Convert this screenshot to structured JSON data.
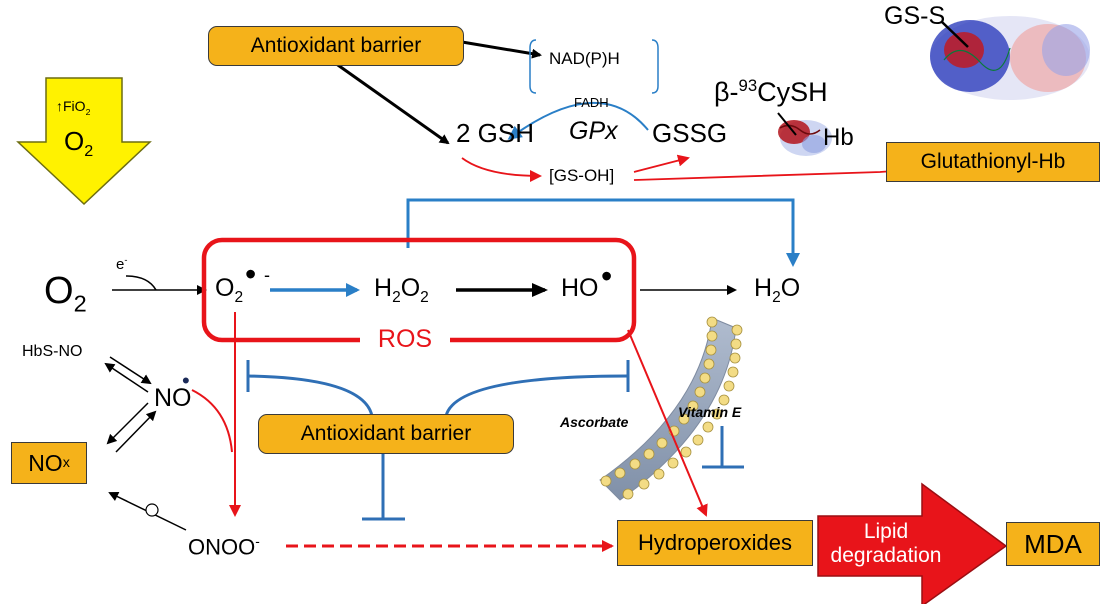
{
  "boxes": {
    "antioxidant_top": "Antioxidant barrier",
    "antioxidant_middle": "Antioxidant barrier",
    "glutathionyl_hb": "Glutathionyl-Hb",
    "nox_base": "NO",
    "nox_sub": "x",
    "hydroperoxides": "Hydroperoxides",
    "lipid_degradation_line1": "Lipid",
    "lipid_degradation_line2": "degradation",
    "mda": "MDA"
  },
  "top_pathway": {
    "nadph": "NAD(P)H",
    "fadh": "FADH",
    "gsh": "2 GSH",
    "gpx": "GPx",
    "gssg": "GSSG",
    "gs_oh": "[GS-OH]",
    "cysh_prefix": "β-",
    "cysh_sup": "93",
    "cysh_suffix": "CySH",
    "hb": "Hb",
    "gs_s": "GS-S"
  },
  "fio2": {
    "arrow_up": "↑",
    "fi": "FiO",
    "fi_sub": "2",
    "o2": "O",
    "o2_sub": "2"
  },
  "main_chain": {
    "o2": "O",
    "o2_sub": "2",
    "electron": "e",
    "electron_sup": "-",
    "superoxide": "O",
    "superoxide_sub": "2",
    "superoxide_dot": "•",
    "superoxide_charge": "-",
    "h2o2_h": "H",
    "h2o2_sub1": "2",
    "h2o2_o": "O",
    "h2o2_sub2": "2",
    "ho": "HO",
    "ho_dot": "•",
    "h2o_h": "H",
    "h2o_sub": "2",
    "h2o_o": "O",
    "ros": "ROS"
  },
  "no_system": {
    "hbs_no": "HbS-NO",
    "no": "NO",
    "no_dot": "•",
    "onoo": "ONOO",
    "onoo_charge": "-"
  },
  "membrane": {
    "ascorbate": "Ascorbate",
    "vitamin_e": "Vitamin E"
  },
  "colors": {
    "orange_box": "#f5b21a",
    "red_box": "#e8141a",
    "red_arrow": "#e8141a",
    "blue_arrow": "#2a7fc7",
    "yellow_arrow": "#fff200",
    "inhibit_blue": "#2f6fb5"
  }
}
